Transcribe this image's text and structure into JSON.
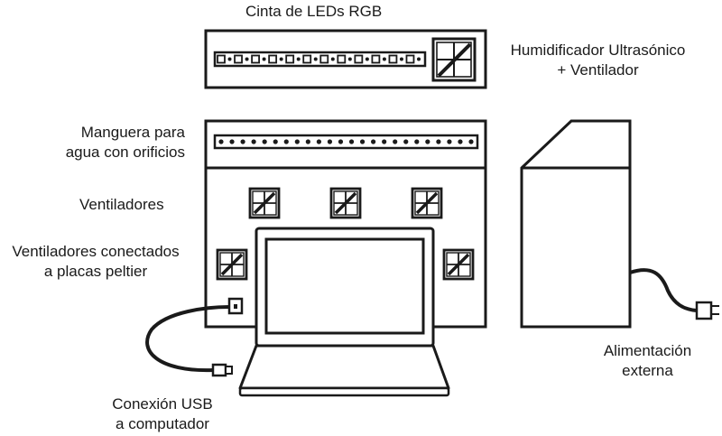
{
  "labels": {
    "led_strip": "Cinta de LEDs RGB",
    "humidifier": [
      "Humidificador Ultrasónico",
      "+ Ventilador"
    ],
    "hose": [
      "Manguera para",
      "agua con orificios"
    ],
    "fans": "Ventiladores",
    "peltier_fans": [
      "Ventiladores conectados",
      "a placas peltier"
    ],
    "usb": [
      "Conexión USB",
      "a computador"
    ],
    "power": [
      "Alimentación",
      "externa"
    ]
  },
  "colors": {
    "line": "#1a1a1a",
    "background": "#ffffff"
  },
  "counts": {
    "led_squares": 12,
    "led_dots": 12,
    "hose_holes": 24
  }
}
